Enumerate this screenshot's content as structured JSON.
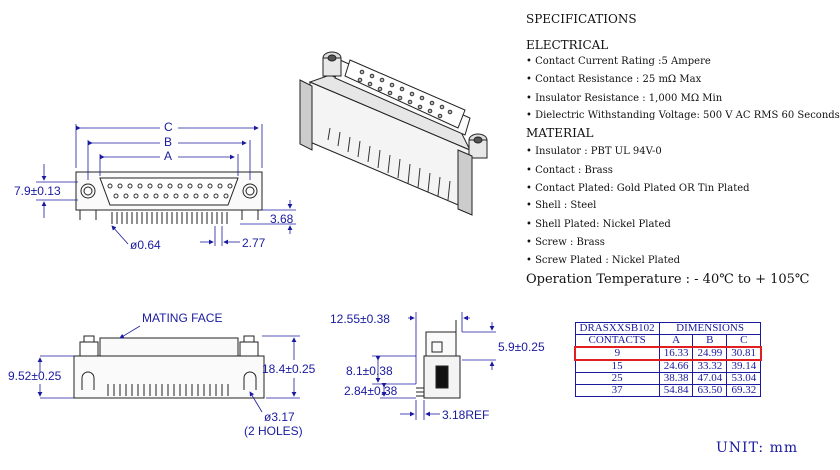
{
  "specifications": {
    "title": "SPECIFICATIONS",
    "electrical_heading": "ELECTRICAL",
    "electrical": [
      "• Contact Current Rating  :5 Ampere",
      "• Contact Resistance  :  25 mΩ Max",
      "• Insulator Resistance  :  1,000 MΩ Min",
      "• Dielectric Withstanding Voltage:  500 V AC RMS 60 Seconds"
    ],
    "material_heading": "MATERIAL",
    "material": [
      "• Insulator  :  PBT UL 94V-0",
      "• Contact  :  Brass",
      "• Contact  Plated: Gold Plated OR Tin Plated",
      "• Shell  :  Steel",
      "• Shell  Plated:  Nickel Plated",
      "• Screw : Brass",
      "• Screw Plated : Nickel Plated"
    ],
    "operation": "Operation Temperature  :  - 40℃ to + 105℃"
  },
  "front_view": {
    "dim_c": "C",
    "dim_b": "B",
    "dim_a": "A",
    "height": "7.9±0.13",
    "pin_offset": "3.68",
    "pitch": "2.77",
    "pin_dia": "ø0.64"
  },
  "bottom_view": {
    "mating_face": "MATING FACE",
    "height": "9.52±0.25",
    "overall": "18.4±0.25",
    "hole": "ø3.17",
    "holes_note": "(2 HOLES)"
  },
  "side_view": {
    "width": "12.55±0.38",
    "face": "5.9±0.25",
    "h1": "8.1±0.38",
    "h2": "2.84±0.38",
    "ref": "3.18REF"
  },
  "dimensions_table": {
    "part": "DRASXXSB102",
    "header": "DIMENSIONS",
    "columns": [
      "CONTACTS",
      "A",
      "B",
      "C"
    ],
    "rows": [
      [
        "9",
        "16.33",
        "24.99",
        "30.81"
      ],
      [
        "15",
        "24.66",
        "33.32",
        "39.14"
      ],
      [
        "25",
        "38.38",
        "47.04",
        "53.04"
      ],
      [
        "37",
        "54.84",
        "63.50",
        "69.32"
      ]
    ],
    "highlight_color": "#e02020"
  },
  "unit": "UNIT: mm"
}
